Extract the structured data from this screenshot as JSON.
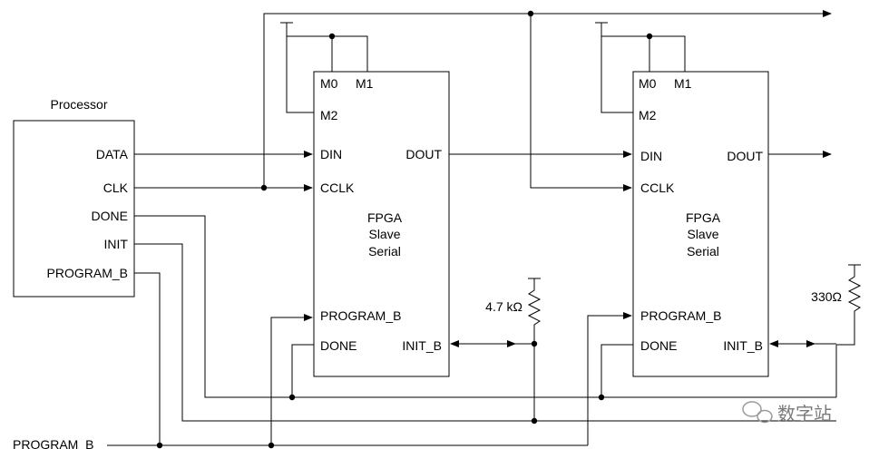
{
  "processor": {
    "title": "Processor",
    "pins": {
      "data": "DATA",
      "clk": "CLK",
      "done": "DONE",
      "init": "INIT",
      "program_b": "PROGRAM_B"
    }
  },
  "fpga1": {
    "pins": {
      "m0": "M0",
      "m1": "M1",
      "m2": "M2",
      "din": "DIN",
      "dout": "DOUT",
      "cclk": "CCLK",
      "program_b": "PROGRAM_B",
      "done": "DONE",
      "init_b": "INIT_B"
    },
    "label": {
      "line1": "FPGA",
      "line2": "Slave",
      "line3": "Serial"
    }
  },
  "fpga2": {
    "pins": {
      "m0": "M0",
      "m1": "M1",
      "m2": "M2",
      "din": "DIN",
      "dout": "DOUT",
      "cclk": "CCLK",
      "program_b": "PROGRAM_B",
      "done": "DONE",
      "init_b": "INIT_B"
    },
    "label": {
      "line1": "FPGA",
      "line2": "Slave",
      "line3": "Serial"
    }
  },
  "resistors": {
    "r1": "4.7 kΩ",
    "r2": "330Ω"
  },
  "external": {
    "program_b": "PROGRAM_B"
  },
  "watermark": {
    "text": "数字站"
  }
}
